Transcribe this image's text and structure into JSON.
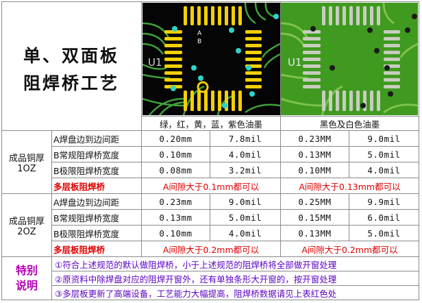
{
  "title": {
    "line1": "单、双面板",
    "line2": "阻焊桥工艺"
  },
  "board_images": {
    "left": {
      "label": "U1",
      "pin_a": "A",
      "pin_b": "B"
    },
    "right": {
      "label": "U1"
    }
  },
  "header": {
    "col1": "绿，红，黄，蓝，紫色油墨",
    "col2": "黑色及白色油墨"
  },
  "groups": [
    {
      "label_line1": "成品铜厚",
      "label_line2": "1OZ",
      "rows": [
        {
          "name": "A焊盘边到边间距",
          "v1": "0.20mm",
          "v2": "7.8mil",
          "v3": "0.23MM",
          "v4": "9.0mil"
        },
        {
          "name": "B常规阻焊桥宽度",
          "v1": "0.10mm",
          "v2": "4.0mil",
          "v3": "0.13MM",
          "v4": "5.0mil"
        },
        {
          "name": "B极限阻焊桥宽度",
          "v1": "0.08mm",
          "v2": "3.2mil",
          "v3": "0.10MM",
          "v4": "4.0mil"
        }
      ],
      "multilayer": {
        "name": "多层板阻焊桥",
        "note1": "A间隙大于0.1mm都可以",
        "note2": "A间隙大于0.13mm都可以"
      }
    },
    {
      "label_line1": "成品铜厚",
      "label_line2": "2OZ",
      "rows": [
        {
          "name": "A焊盘边到边间距",
          "v1": "0.23mm",
          "v2": "9.0mil",
          "v3": "0.25MM",
          "v4": "9.9mil"
        },
        {
          "name": "B常规阻焊桥宽度",
          "v1": "0.13mm",
          "v2": "5.0mil",
          "v3": "0.15MM",
          "v4": "6.0mil"
        },
        {
          "name": "B极限阻焊桥宽度",
          "v1": "0.10mm",
          "v2": "4.0mil",
          "v3": "0.13MM",
          "v4": "5.0mil"
        }
      ],
      "multilayer": {
        "name": "多层板阻焊桥",
        "note1": "A间隙大于0.2mm都可以",
        "note2": "A间隙大于0.2mm都可以"
      }
    }
  ],
  "notes_label": {
    "line1": "特别",
    "line2": "说明"
  },
  "notes": [
    "①符合上述规范的默认做阻焊桥，小于上述规范的阻焊桥将全部做开窗处理",
    "②原资料中除焊盘对应的阻焊开窗外，还有单独条形大开窗的，按开窗处理",
    "③多层板更新了高端设备，工艺能力大幅提高，阻焊桥数据请见上表红色处"
  ],
  "colors": {
    "grid": "#8a8a8a",
    "red": "#e00000",
    "purple": "#b400b4",
    "note": "#5a00c0",
    "pcb_black": "#050505",
    "pcb_green": "#3f9a1f",
    "pad_yellow": "#f4d000",
    "via_cyan": "#2fd3c8"
  }
}
